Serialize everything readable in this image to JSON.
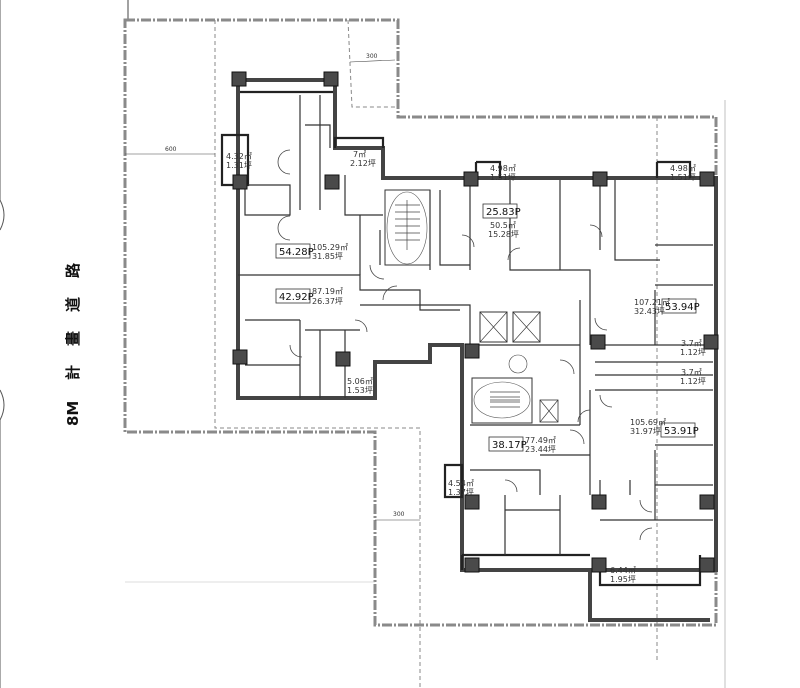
{
  "road": {
    "label_width": "8M",
    "label_name": [
      "計",
      "畫",
      "道",
      "路"
    ]
  },
  "dimensions": {
    "left_setback": "600",
    "top_setback": "300",
    "bottom_setback": "300"
  },
  "units": [
    {
      "ping_box": "54.28P",
      "area_m2": "105.29㎡",
      "area_ping": "31.85坪"
    },
    {
      "ping_box": "42.92P",
      "area_m2": "87.19㎡",
      "area_ping": "26.37坪"
    },
    {
      "ping_box": "25.83P",
      "area_m2": "50.5㎡",
      "area_ping": "15.28坪"
    },
    {
      "ping_box": "53.94P",
      "area_m2": "107.21㎡",
      "area_ping": "32.43坪"
    },
    {
      "ping_box": "53.91P",
      "area_m2": "105.69㎡",
      "area_ping": "31.97坪"
    },
    {
      "ping_box": "38.17P",
      "area_m2": "77.49㎡",
      "area_ping": "23.44坪"
    }
  ],
  "balconies": [
    {
      "area_m2": "4.32㎡",
      "area_ping": "1.31坪"
    },
    {
      "area_m2": "7㎡",
      "area_ping": "2.12坪"
    },
    {
      "area_m2": "4.98㎡",
      "area_ping": "1.51坪"
    },
    {
      "area_m2": "4.98㎡",
      "area_ping": "1.51坪"
    },
    {
      "area_m2": "3.7㎡",
      "area_ping": "1.12坪"
    },
    {
      "area_m2": "3.7㎡",
      "area_ping": "1.12坪"
    },
    {
      "area_m2": "5.06㎡",
      "area_ping": "1.53坪"
    },
    {
      "area_m2": "4.54㎡",
      "area_ping": "1.37坪"
    },
    {
      "area_m2": "6.44㎡",
      "area_ping": "1.95坪"
    }
  ]
}
